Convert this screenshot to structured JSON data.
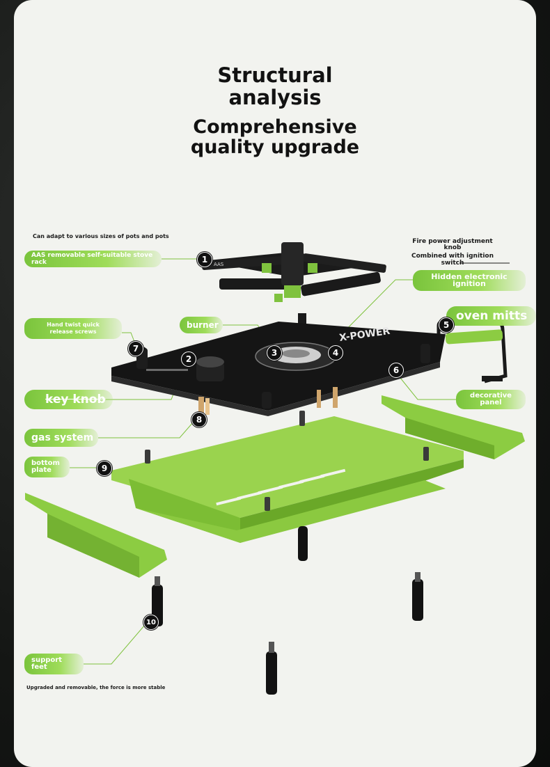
{
  "title": "Structural analysis",
  "subtitle": "Comprehensive quality upgrade",
  "notes": {
    "top_left": "Can adapt to various sizes of pots and pots",
    "fire_line1": "Fire power adjustment",
    "fire_line2": "knob",
    "fire_line3": "Combined with ignition",
    "fire_line4": "switch",
    "bottom_left": "Upgraded and removable, the force is more stable"
  },
  "labels": {
    "stove_rack": "AAS removable self-suitable stove rack",
    "burner": "burner",
    "screws": "Hand twist quick release screws",
    "key_knob": "key knob",
    "gas_system": "gas system",
    "bottom_plate": "bottom plate",
    "support_feet": "support feet",
    "hidden_ignition": "Hidden electronic ignition",
    "oven_mitts": "oven mitts",
    "decorative_panel": "decorative panel"
  },
  "badges": [
    "1",
    "2",
    "3",
    "4",
    "5",
    "6",
    "7",
    "8",
    "9",
    "10"
  ],
  "product": {
    "brand_mark": "X-POWER",
    "rack_mark": "AAS"
  },
  "colors": {
    "accent_green": "#8fd14f",
    "metal_black": "#141414",
    "panel_green": "#8ccc42"
  }
}
